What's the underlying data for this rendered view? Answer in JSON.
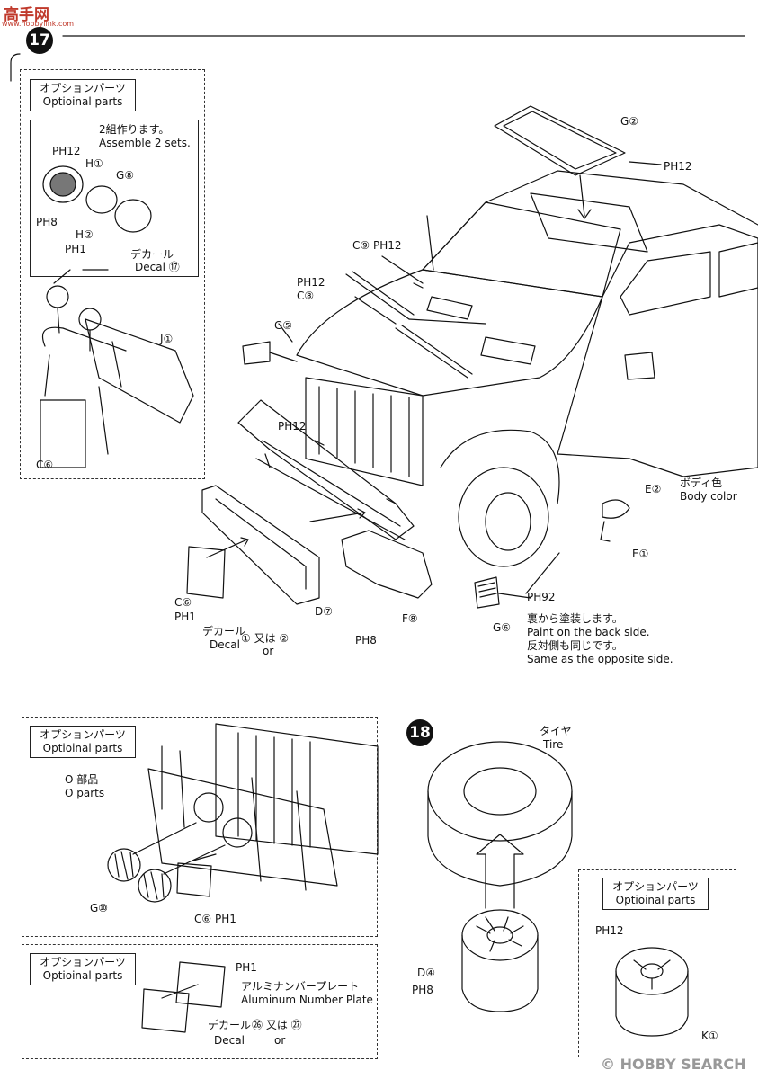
{
  "watermarks": {
    "top_logo": "高手网",
    "top_url": "www.hobbylink.com",
    "bottom": "© HOBBY SEARCH"
  },
  "steps": [
    "17",
    "18"
  ],
  "option_title_jp": "オプションパーツ",
  "option_title_en": "Optioinal parts",
  "sub_inset": {
    "line1": "2組作ります。",
    "line2": "Assemble 2 sets.",
    "parts": [
      "PH12",
      "H①",
      "G⑧",
      "PH8",
      "H②",
      "PH1"
    ],
    "decal_jp": "デカール",
    "decal_en": "Decal",
    "decal_num": "⑰"
  },
  "step17": {
    "J1": "J①",
    "C6": "C⑥",
    "G2": "G②",
    "PH12": "PH12",
    "C9": "C⑨",
    "C8": "C⑧",
    "G5": "G⑤",
    "E2": "E②",
    "body_color_jp": "ボディ色",
    "body_color_en": "Body color",
    "E1": "E①",
    "PH92": "PH92",
    "G6": "G⑥",
    "note1_jp": "裏から塗装します。",
    "note1_en": "Paint on the back side.",
    "note2_jp": "反対側も同じです。",
    "note2_en": "Same as the opposite side.",
    "D7": "D⑦",
    "F8": "F⑧",
    "PH8": "PH8",
    "PH1": "PH1",
    "decal_jp": "デカール",
    "decal_en": "Decal",
    "decal_nums": "① 又は ②",
    "or": "or"
  },
  "opt_o_parts": {
    "o_parts_jp": "O 部品",
    "o_parts_en": "O parts",
    "G10": "G⑩",
    "C6": "C⑥",
    "PH1": "PH1"
  },
  "opt_plate": {
    "PH1": "PH1",
    "plate_jp": "アルミナンバープレート",
    "plate_en": "Aluminum Number Plate",
    "decal_jp": "デカール",
    "decal_en": "Decal",
    "decal_nums": "㉖ 又は ㉗",
    "or": "or"
  },
  "step18": {
    "tire_jp": "タイヤ",
    "tire_en": "Tire",
    "D4": "D④",
    "PH8": "PH8"
  },
  "opt_wheel": {
    "PH12": "PH12",
    "K1": "K①"
  },
  "colors": {
    "ink": "#111111",
    "watermark_red": "#c0392b",
    "watermark_gray": "#999999"
  }
}
